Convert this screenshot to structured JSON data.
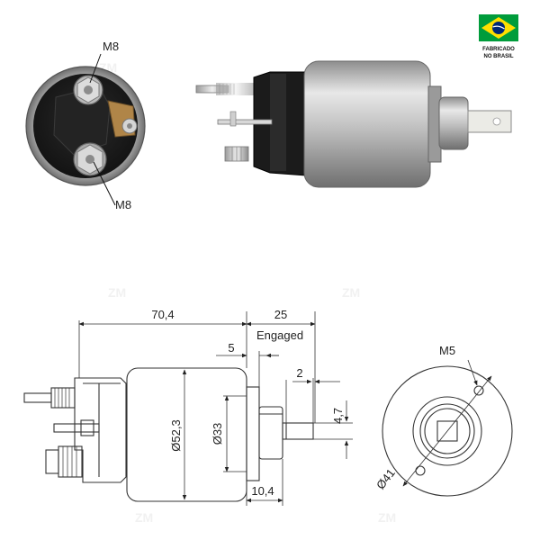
{
  "badge": {
    "line1": "FABRICADO",
    "line2": "NO BRASIL",
    "flag_colors": {
      "green": "#009c3b",
      "yellow": "#ffdf00",
      "blue": "#002776"
    }
  },
  "watermark": {
    "text": "ZM"
  },
  "photo_front": {
    "label_top": "M8",
    "label_bottom": "M8"
  },
  "drawing": {
    "dim_total_length": "70,4",
    "dim_stroke": "25",
    "dim_engaged_label": "Engaged",
    "dim_gap": "5",
    "dim_diameter_body": "Ø52,3",
    "dim_diameter_inner": "Ø33",
    "dim_plunger_offset": "10,4",
    "dim_tab_thickness": "2",
    "dim_tab_width": "4,7",
    "dim_thread": "M5",
    "dim_mount_diameter": "Ø41"
  },
  "colors": {
    "line": "#333333",
    "metal": "#c9c9c9",
    "metal_dark": "#8a8a8a",
    "plastic": "#1b1b1b"
  }
}
